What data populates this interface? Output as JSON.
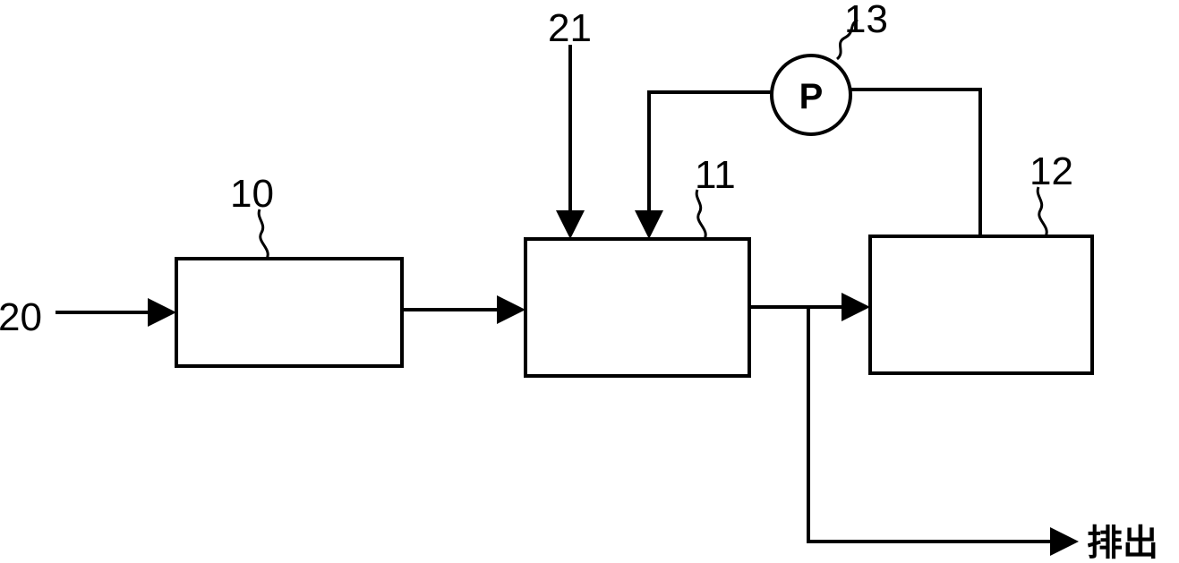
{
  "labels": {
    "inlet": "20",
    "feed": "21",
    "pump_ref": "13",
    "unit_a": "10",
    "unit_b": "11",
    "unit_c": "12",
    "pump_symbol": "P",
    "discharge": "排出"
  },
  "colors": {
    "stroke": "#000000",
    "background": "#ffffff"
  }
}
